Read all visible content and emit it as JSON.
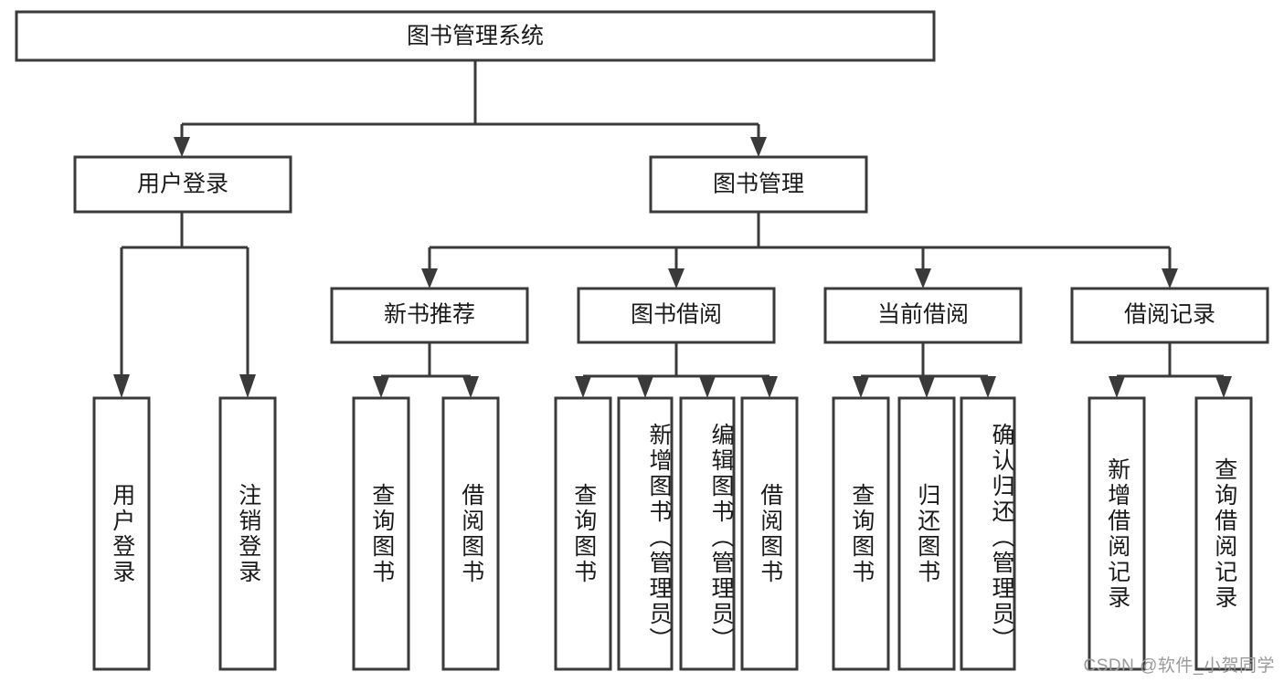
{
  "diagram": {
    "title": "图书管理系统",
    "type": "hierarchy-tree",
    "watermark": "CSDN @软件_小贺同学",
    "colors": {
      "stroke": "#3a3a3a",
      "fill": "#ffffff",
      "text": "#1a1a1a",
      "watermark": "#9a9a9a",
      "background": "#ffffff"
    },
    "root": {
      "label": "图书管理系统"
    },
    "level2": [
      {
        "label": "用户登录"
      },
      {
        "label": "图书管理"
      }
    ],
    "level3": [
      {
        "label": "新书推荐"
      },
      {
        "label": "图书借阅"
      },
      {
        "label": "当前借阅"
      },
      {
        "label": "借阅记录"
      }
    ],
    "leaves": {
      "user_login": [
        {
          "label": "用户登录"
        },
        {
          "label": "注销登录"
        }
      ],
      "new_book_recommend": [
        {
          "label": "查询图书"
        },
        {
          "label": "借阅图书"
        }
      ],
      "book_borrow": [
        {
          "label": "查询图书"
        },
        {
          "label": "新增图书（管理员）"
        },
        {
          "label": "编辑图书（管理员）"
        },
        {
          "label": "借阅图书"
        }
      ],
      "current_borrow": [
        {
          "label": "查询图书"
        },
        {
          "label": "归还图书"
        },
        {
          "label": "确认归还（管理员）"
        }
      ],
      "borrow_record": [
        {
          "label": "新增借阅记录"
        },
        {
          "label": "查询借阅记录"
        }
      ]
    }
  }
}
